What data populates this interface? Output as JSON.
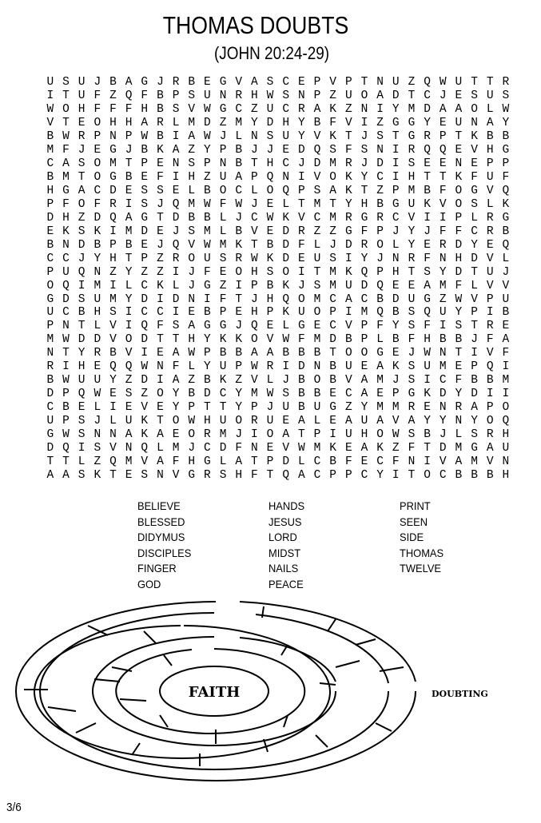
{
  "title": "THOMAS DOUBTS",
  "subtitle": "(JOHN 20:24-29)",
  "grid": [
    "USUJBAGJRBEGVASCEPVPTNUZQWUTTR",
    "ITUFZQFBPSUNRHWSNPZUOADTCJESUS",
    "WOHFFFHBSVWGCZUCRAKZNIYMDAAOLW",
    "VTEOHHARLMDZMYDHYBFVIZGGYEUNAY",
    "BWRPNPWBIAWJLNSUYVKTJSTGRPTKBB",
    "MFJEGJBKAZYPBJJEDQSFSNIRQQEVHG",
    "CASOMTPENSPNBTHCJDMRJDISEENEPP",
    "BMTOGBEFIHZUAPQNIVOKYCIHTTKFUF",
    "HGACDESSELBOCLOQPSAKTZPMBFOGVQ",
    "PFOFRISJQMWFWJELTMTYHBGUKVOSLK",
    "DHZDQAGTDBBLJCWKVCMRGRCVIIPLRG",
    "EKSKIMDEJSMLBVEDRZZGFPJYJFFCRB",
    "BNDBPBEJQVWMKTBDFLJDROLYERDYEQ",
    "CCJYHTPZROUSRWKDEUSIYJNRFNHDVL",
    "PUQNZYZZIJFEOHSOITMKQPHTSYDTUJ",
    "OQIMILCKLJGZIPBKJSMUDQEEAMFLVV",
    "GDSUMYDIDNIFTJHQOMCACBDUGZWVPU",
    "UCBHSICCIEBPEHPKUOPIMQBSQUYPIB",
    "PNTLVIQFSAGGJQELGECVPFYSFISTRE",
    "MWDDVODTTHYKKOVWFMDBPLBFHBBJFA",
    "NTYRBVIEAWPBBAABBBTOOGEJWNTIVF",
    "RIHEQQWNFLYUPWRIDNBUEAKSUMEPQI",
    "BWUUYZDIAZBKZVLJBOBVAMJSICFBBM",
    "DPQWESZOYBDCYMWSBBECAEPGKDYDII",
    "CBELIEVEYPTTYPJUBUGZYMMRENRAPO",
    "UPSJLUKTOWHUORUEALEAUAVAYYNYOQ",
    "GWSNNAKAEORMJIOATPIUHOWSBJLSRH",
    "DQISVNQLMJCDFNEVWMKEAKZFTDMGAU",
    "TTLZQMVAFHGLATPDLCBFECFNIVAMVN",
    "AASKTESNVGRSHFTQACPPCYITOCBBBH"
  ],
  "word_columns": [
    [
      "BELIEVE",
      "BLESSED",
      "DIDYMUS",
      "DISCIPLES",
      "FINGER",
      "GOD"
    ],
    [
      "HANDS",
      "JESUS",
      "LORD",
      "MIDST",
      "NAILS",
      "PEACE"
    ],
    [
      "PRINT",
      "SEEN",
      "SIDE",
      "THOMAS",
      "TWELVE"
    ]
  ],
  "maze": {
    "center_label": "FAITH",
    "start_label": "DOUBTING"
  },
  "page_number": "3/6"
}
